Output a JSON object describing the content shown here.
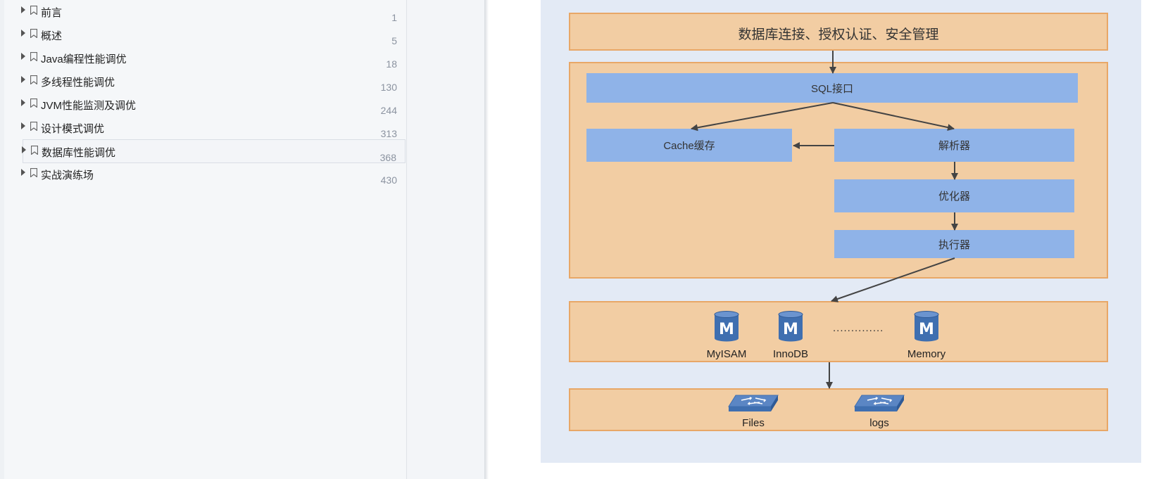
{
  "toc": {
    "items": [
      {
        "label": "前言",
        "page": "1"
      },
      {
        "label": "概述",
        "page": "5"
      },
      {
        "label": "Java编程性能调优",
        "page": "18"
      },
      {
        "label": "多线程性能调优",
        "page": "130"
      },
      {
        "label": "JVM性能监测及调优",
        "page": "244"
      },
      {
        "label": "设计模式调优",
        "page": "313"
      },
      {
        "label": "数据库性能调优",
        "page": "368",
        "selected": true
      },
      {
        "label": "实战演练场",
        "page": "430"
      }
    ]
  },
  "diagram": {
    "connection_layer": "数据库连接、授权认证、安全管理",
    "sql_interface": "SQL接口",
    "cache": "Cache缓存",
    "parser": "解析器",
    "optimizer": "优化器",
    "executor": "执行器",
    "engines": [
      "MyISAM",
      "InnoDB",
      "Memory"
    ],
    "engines_ellipsis": "..............",
    "storage": [
      "Files",
      "logs"
    ],
    "colors": {
      "layer_fill": "#f2cda3",
      "layer_border": "#e8a767",
      "component_fill": "#8fb3e8",
      "diagram_background": "#e3eaf5",
      "db_icon": "#3f6fb0"
    }
  }
}
